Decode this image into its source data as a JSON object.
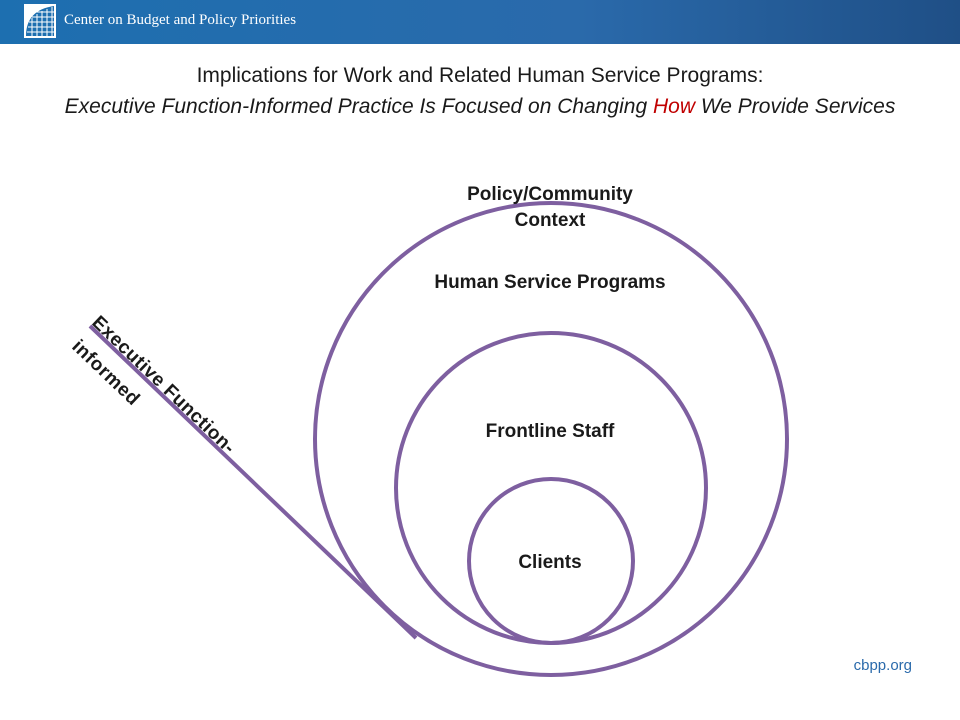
{
  "header": {
    "org_name": "Center on Budget and Policy Priorities",
    "logo_icon": "cbpp-logo-icon"
  },
  "title": {
    "line1": "Implications for Work and Related Human Service Programs:",
    "line2_part1": "Executive Function-Informed Practice Is Focused on Changing ",
    "line2_accent": "How",
    "line2_part2": " We Provide Services"
  },
  "diagram": {
    "outer_label_1": "Policy/Community",
    "outer_label_2": "Context",
    "large_circle_label": "Human Service Programs",
    "middle_circle_label": "Frontline Staff",
    "inner_circle_label": "Clients",
    "side_label_line1": "Executive Function-",
    "side_label_line2": "informed",
    "stroke_color": "#7e5fa0"
  },
  "footer": {
    "link": "cbpp.org"
  }
}
